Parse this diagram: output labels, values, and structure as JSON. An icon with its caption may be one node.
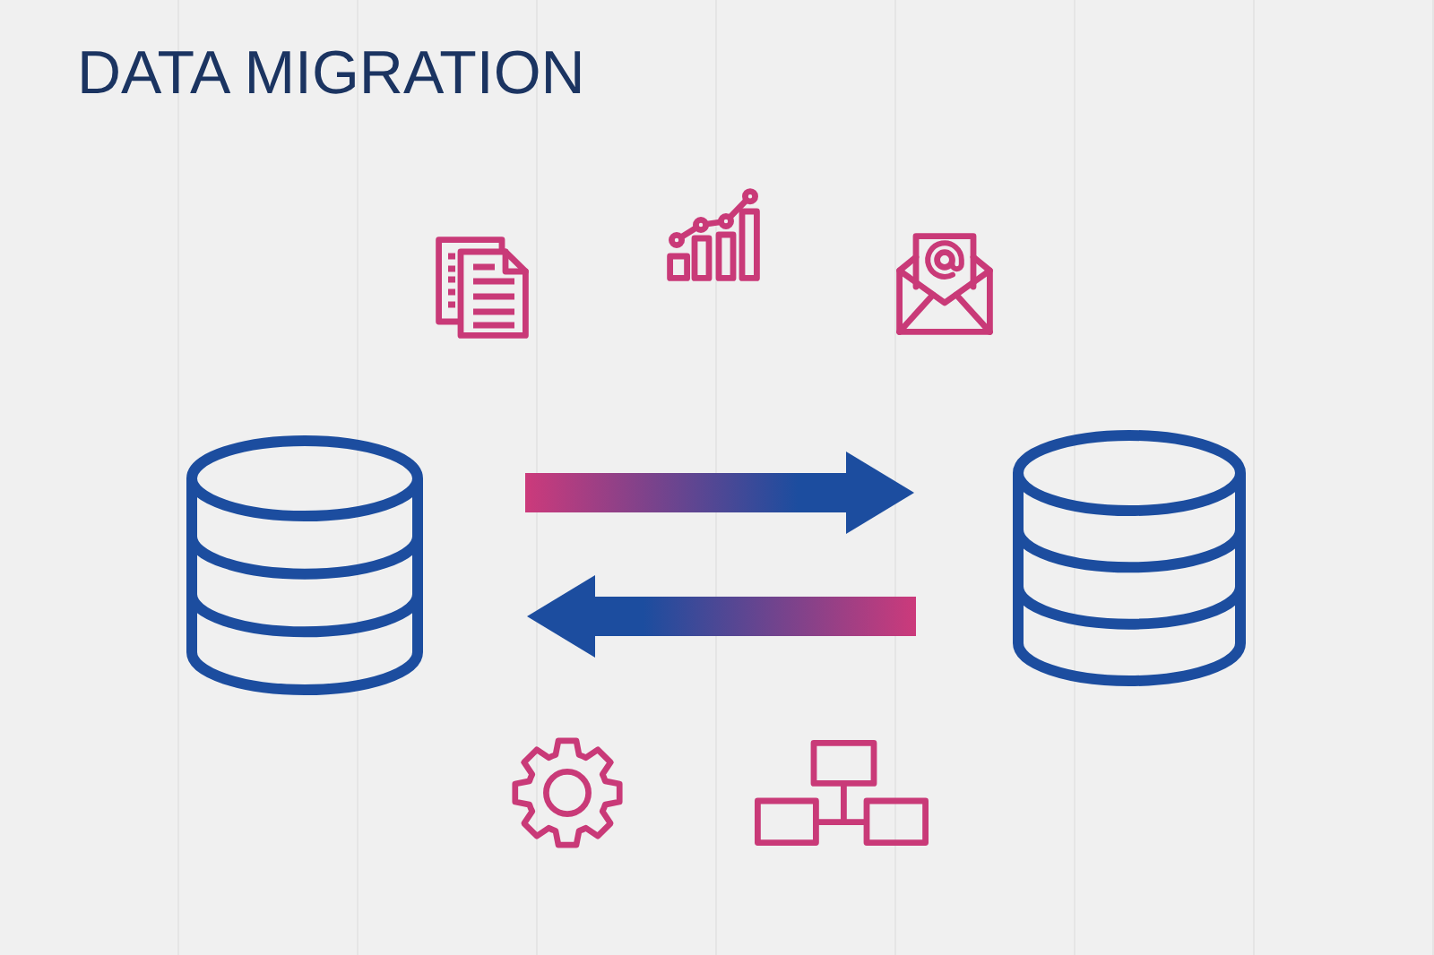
{
  "diagram": {
    "title": "DATA MIGRATION",
    "nodes": [
      {
        "text": [],
        "shape": "cylinder"
      },
      {
        "text": [],
        "shape": "cylinder"
      }
    ],
    "edges": [
      {
        "from": 0,
        "to": 1,
        "arrow": "to",
        "style": "thick"
      },
      {
        "from": 1,
        "to": 0,
        "arrow": "to",
        "style": "thick"
      }
    ]
  }
}
